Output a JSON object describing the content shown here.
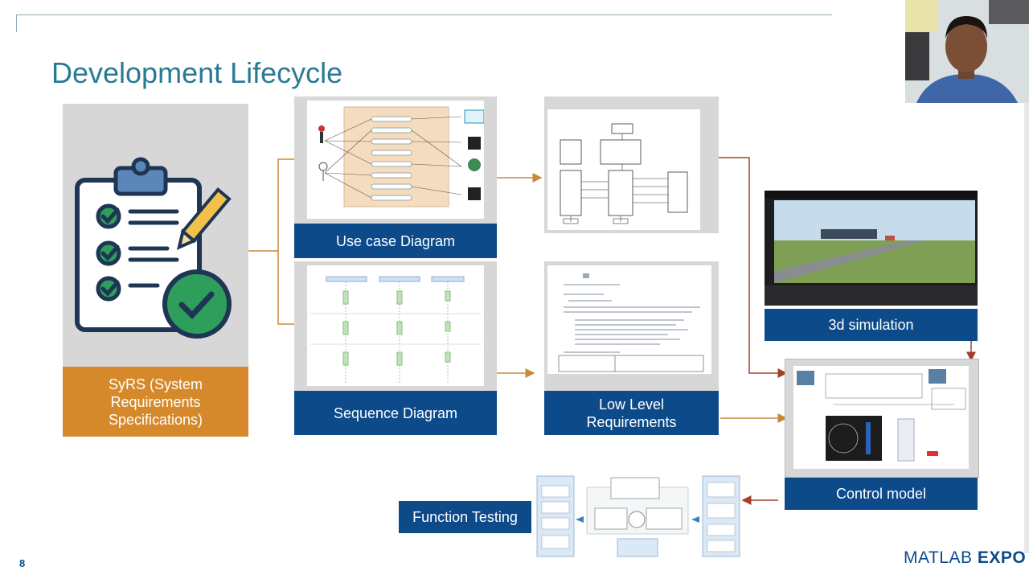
{
  "slide": {
    "title": "Development Lifecycle",
    "page_number": "8",
    "brand": {
      "part1": "MATLAB",
      "part2": "EXPO"
    }
  },
  "boxes": {
    "syrs": "SyRS (System Requirements Specifications)",
    "use_case": "Use case Diagram",
    "sequence": "Sequence Diagram",
    "low_level": "Low Level Requirements",
    "simulation": "3d simulation",
    "control_model": "Control model",
    "function_testing": "Function Testing"
  },
  "colors": {
    "title": "#2a7a96",
    "label_blue": "#0d4a8a",
    "label_orange": "#d6892a",
    "panel_grey": "#d7d7d7",
    "arrow_orange": "#c8893a",
    "arrow_red": "#a3402c",
    "check_green": "#2e9e5b"
  },
  "icons": [
    "clipboard-checklist-icon",
    "pencil-icon",
    "check-circle-icon",
    "presenter-webcam"
  ]
}
